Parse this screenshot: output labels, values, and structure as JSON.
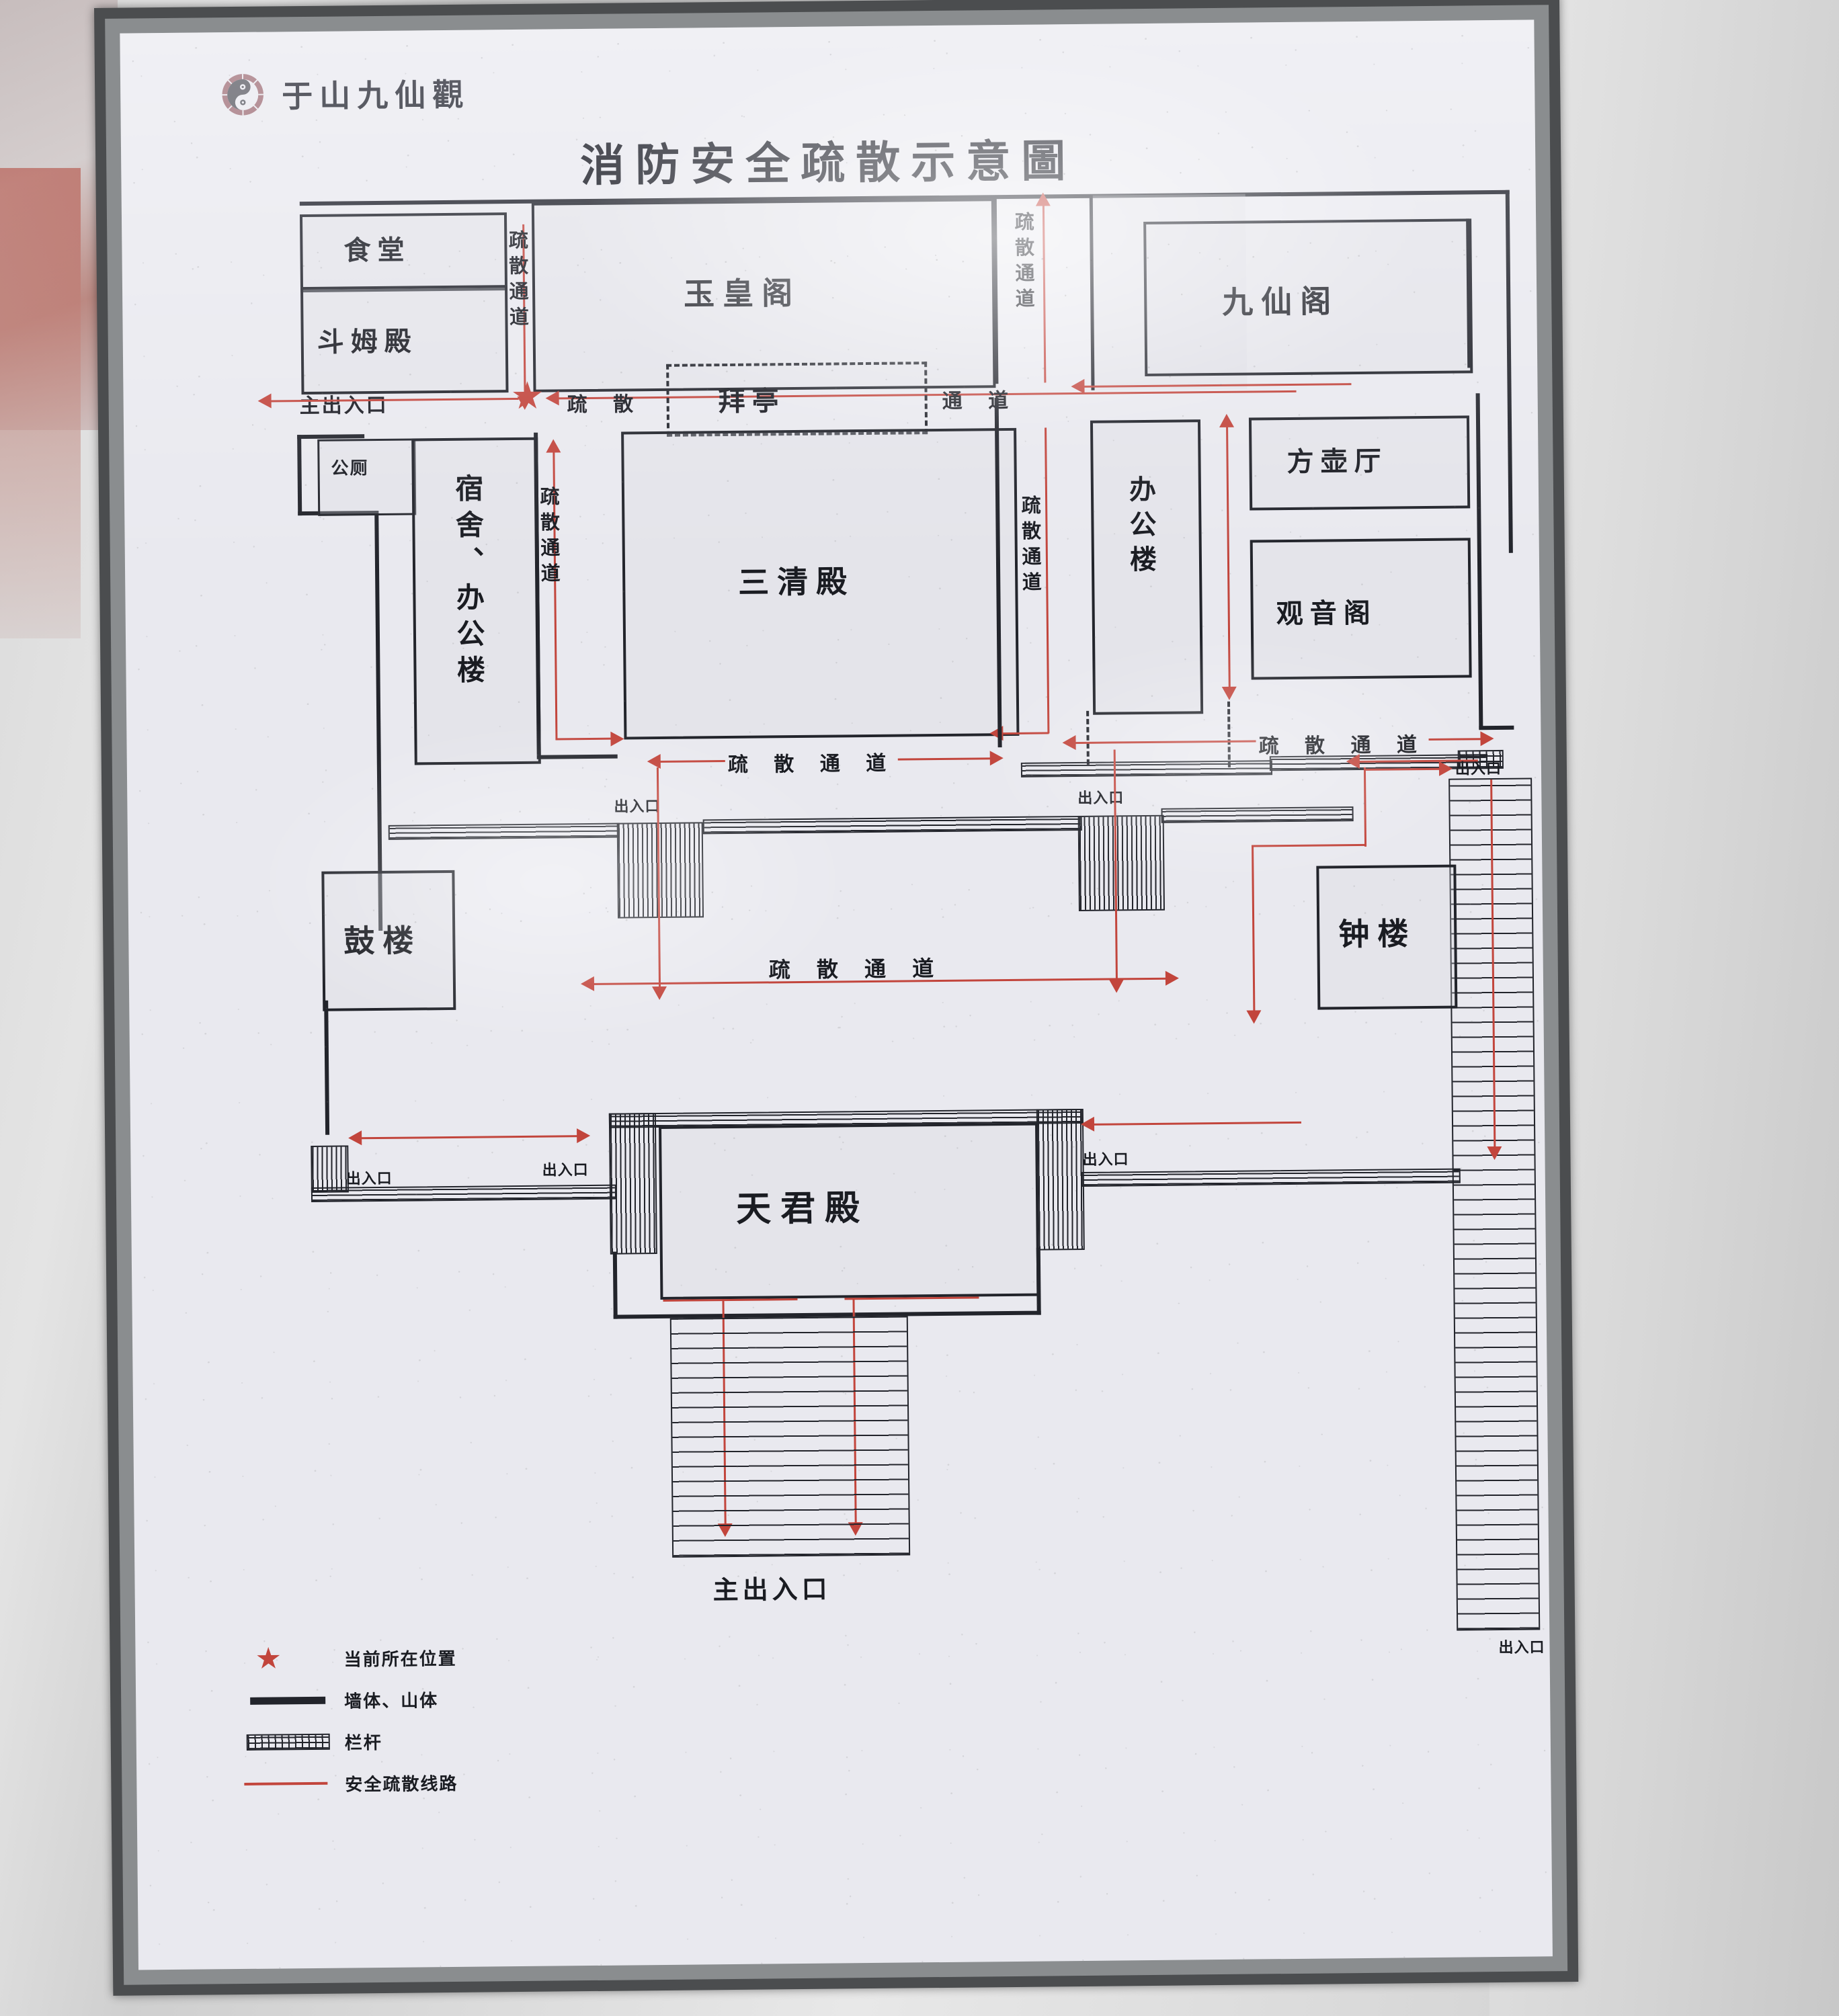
{
  "header": {
    "logo_icon": "taiji-bagua-icon",
    "brand": "于山九仙觀",
    "title": "消防安全疏散示意圖"
  },
  "rooms": {
    "canteen": "食堂",
    "doumu_hall": "斗姆殿",
    "yuhuang_pavilion": "玉皇阁",
    "jiuxian_pavilion": "九仙阁",
    "worship_pavilion": "拜亭",
    "toilet": "公厕",
    "dorm_office": "宿舍、办公楼",
    "sanqing_hall": "三清殿",
    "office_building": "办公楼",
    "fanghu_hall": "方壶厅",
    "guanyin_pavilion": "观音阁",
    "drum_tower": "鼓楼",
    "bell_tower": "钟楼",
    "tianjun_hall": "天君殿"
  },
  "labels": {
    "evac_route": "疏散通道",
    "evac": "疏 散",
    "route": "通 道",
    "evac_route_spaced": "疏 散 通 道",
    "main_entrance": "主出入口",
    "exit": "出入口"
  },
  "legend": {
    "items": [
      {
        "key": "current-location-star",
        "text": "当前所在位置"
      },
      {
        "key": "wall-mountain-line",
        "text": "墙体、山体"
      },
      {
        "key": "railing-hatch",
        "text": "栏杆"
      },
      {
        "key": "evacuation-route-line",
        "text": "安全疏散线路"
      }
    ]
  },
  "colors": {
    "ink": "#20222a",
    "evacuation_red": "#c2453c",
    "board": "#e9e9ef",
    "frame": "#4b4d4f"
  }
}
